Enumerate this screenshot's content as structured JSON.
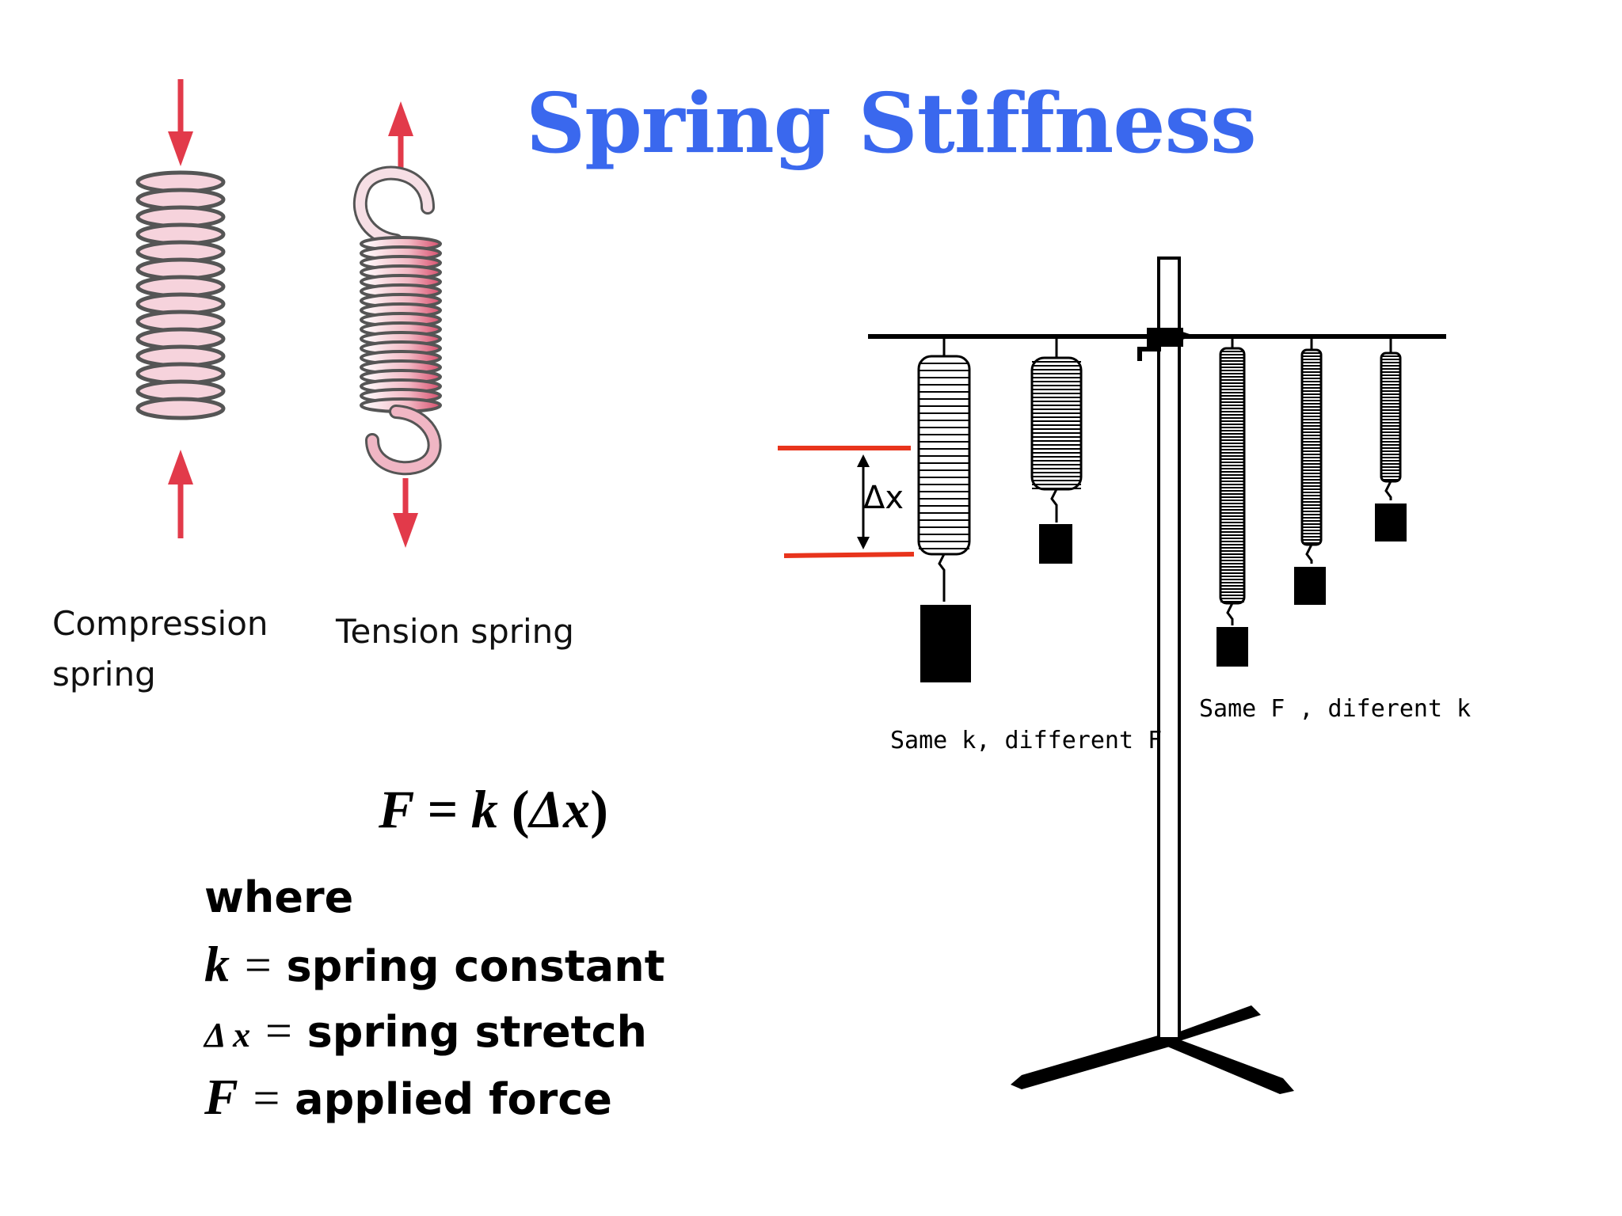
{
  "slide": {
    "title": "Spring Stiffness",
    "captions": {
      "compression": "Compression spring",
      "tension": "Tension spring"
    },
    "formula": {
      "lhs": "F",
      "equals": "=",
      "k": "k",
      "open": "(",
      "dx": "Δx",
      "close": ")"
    },
    "legend": {
      "where": "where",
      "rows": [
        {
          "symbol": "k",
          "equals": "=",
          "text": "spring constant"
        },
        {
          "symbol": "Δ x",
          "equals": "=",
          "text": "spring stretch"
        },
        {
          "symbol": "F",
          "equals": "=",
          "text": "applied force"
        }
      ]
    },
    "diagram": {
      "delta_label": "Δx",
      "label_same_k": "Same k, different F",
      "label_same_f": "Same F , diferent k"
    },
    "colors": {
      "title": "#3a68ee",
      "arrow": "#e23a4a",
      "marker": "#e8341c",
      "spring_fill": "#f2b8c4"
    }
  }
}
